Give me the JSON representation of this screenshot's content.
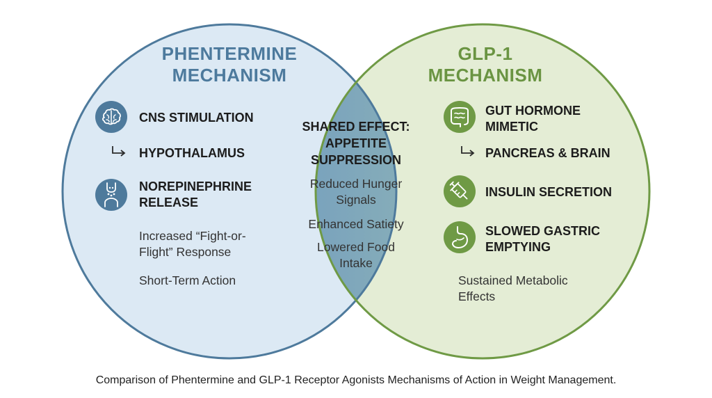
{
  "left": {
    "title": [
      "PHENTERMINE",
      "MECHANISM"
    ],
    "items": [
      {
        "icon": "brain-icon",
        "label": [
          "CNS STIMULATION"
        ]
      },
      {
        "icon": "arrow-icon",
        "label": [
          "HYPOTHALAMUS"
        ]
      },
      {
        "icon": "synapse-icon",
        "label": [
          "NOREPINEPHRINE",
          "RELEASE"
        ]
      }
    ],
    "descriptions": [
      [
        "Increased “Fight-or-",
        "Flight” Response"
      ],
      [
        "Short-Term Action"
      ]
    ]
  },
  "overlap": {
    "heading": [
      "SHARED EFFECT:",
      "APPETITE",
      "SUPPRESSION"
    ],
    "items": [
      [
        "Reduced Hunger",
        "Signals"
      ],
      [
        "Enhanced Satiety"
      ],
      [
        "Lowered Food",
        "Intake"
      ]
    ]
  },
  "right": {
    "title": [
      "GLP-1",
      "MECHANISM"
    ],
    "items": [
      {
        "icon": "intestine-icon",
        "label": [
          "GUT HORMONE",
          "MIMETIC"
        ]
      },
      {
        "icon": "arrow-icon",
        "label": [
          "PANCREAS & BRAIN"
        ]
      },
      {
        "icon": "syringe-icon",
        "label": [
          "INSULIN SECRETION"
        ]
      },
      {
        "icon": "stomach-icon",
        "label": [
          "SLOWED GASTRIC",
          "EMPTYING"
        ]
      }
    ],
    "descriptions": [
      [
        "Sustained Metabolic",
        "Effects"
      ]
    ]
  },
  "caption": "Comparison of Phentermine and GLP-1 Receptor Agonists Mechanisms of Action in Weight Management.",
  "colors": {
    "left_fill": "#dce9f4",
    "left_stroke": "#4e7a9c",
    "left_icon": "#4e7a9c",
    "right_fill": "#e4edd5",
    "right_stroke": "#6f9a45",
    "right_icon": "#6f9a45",
    "left_title": "#4d7a9d",
    "right_title": "#6a9442"
  }
}
